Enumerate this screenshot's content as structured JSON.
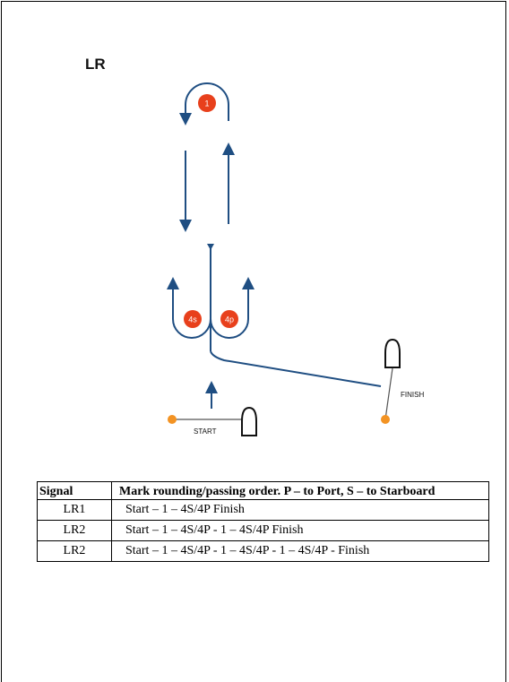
{
  "course": {
    "title": "LR",
    "marks": {
      "mark_1": "1",
      "mark_4s": "4s",
      "mark_4p": "4p"
    },
    "labels": {
      "start": "START",
      "finish": "FINISH"
    },
    "colors": {
      "route_line": "#1f4e82",
      "mark_fill": "#e8401c",
      "buoy_dot": "#f39323",
      "boat_outline": "#111111"
    }
  },
  "signal_table": {
    "headers": {
      "signal": "Signal",
      "order": "Mark rounding/passing order. P – to Port, S – to Starboard"
    },
    "rows": [
      {
        "signal": "LR1",
        "order": "Start – 1 – 4S/4P Finish"
      },
      {
        "signal": "LR2",
        "order": "Start – 1 – 4S/4P - 1 – 4S/4P Finish"
      },
      {
        "signal": "LR2",
        "order": "Start – 1 – 4S/4P - 1 – 4S/4P - 1 – 4S/4P - Finish"
      }
    ]
  }
}
